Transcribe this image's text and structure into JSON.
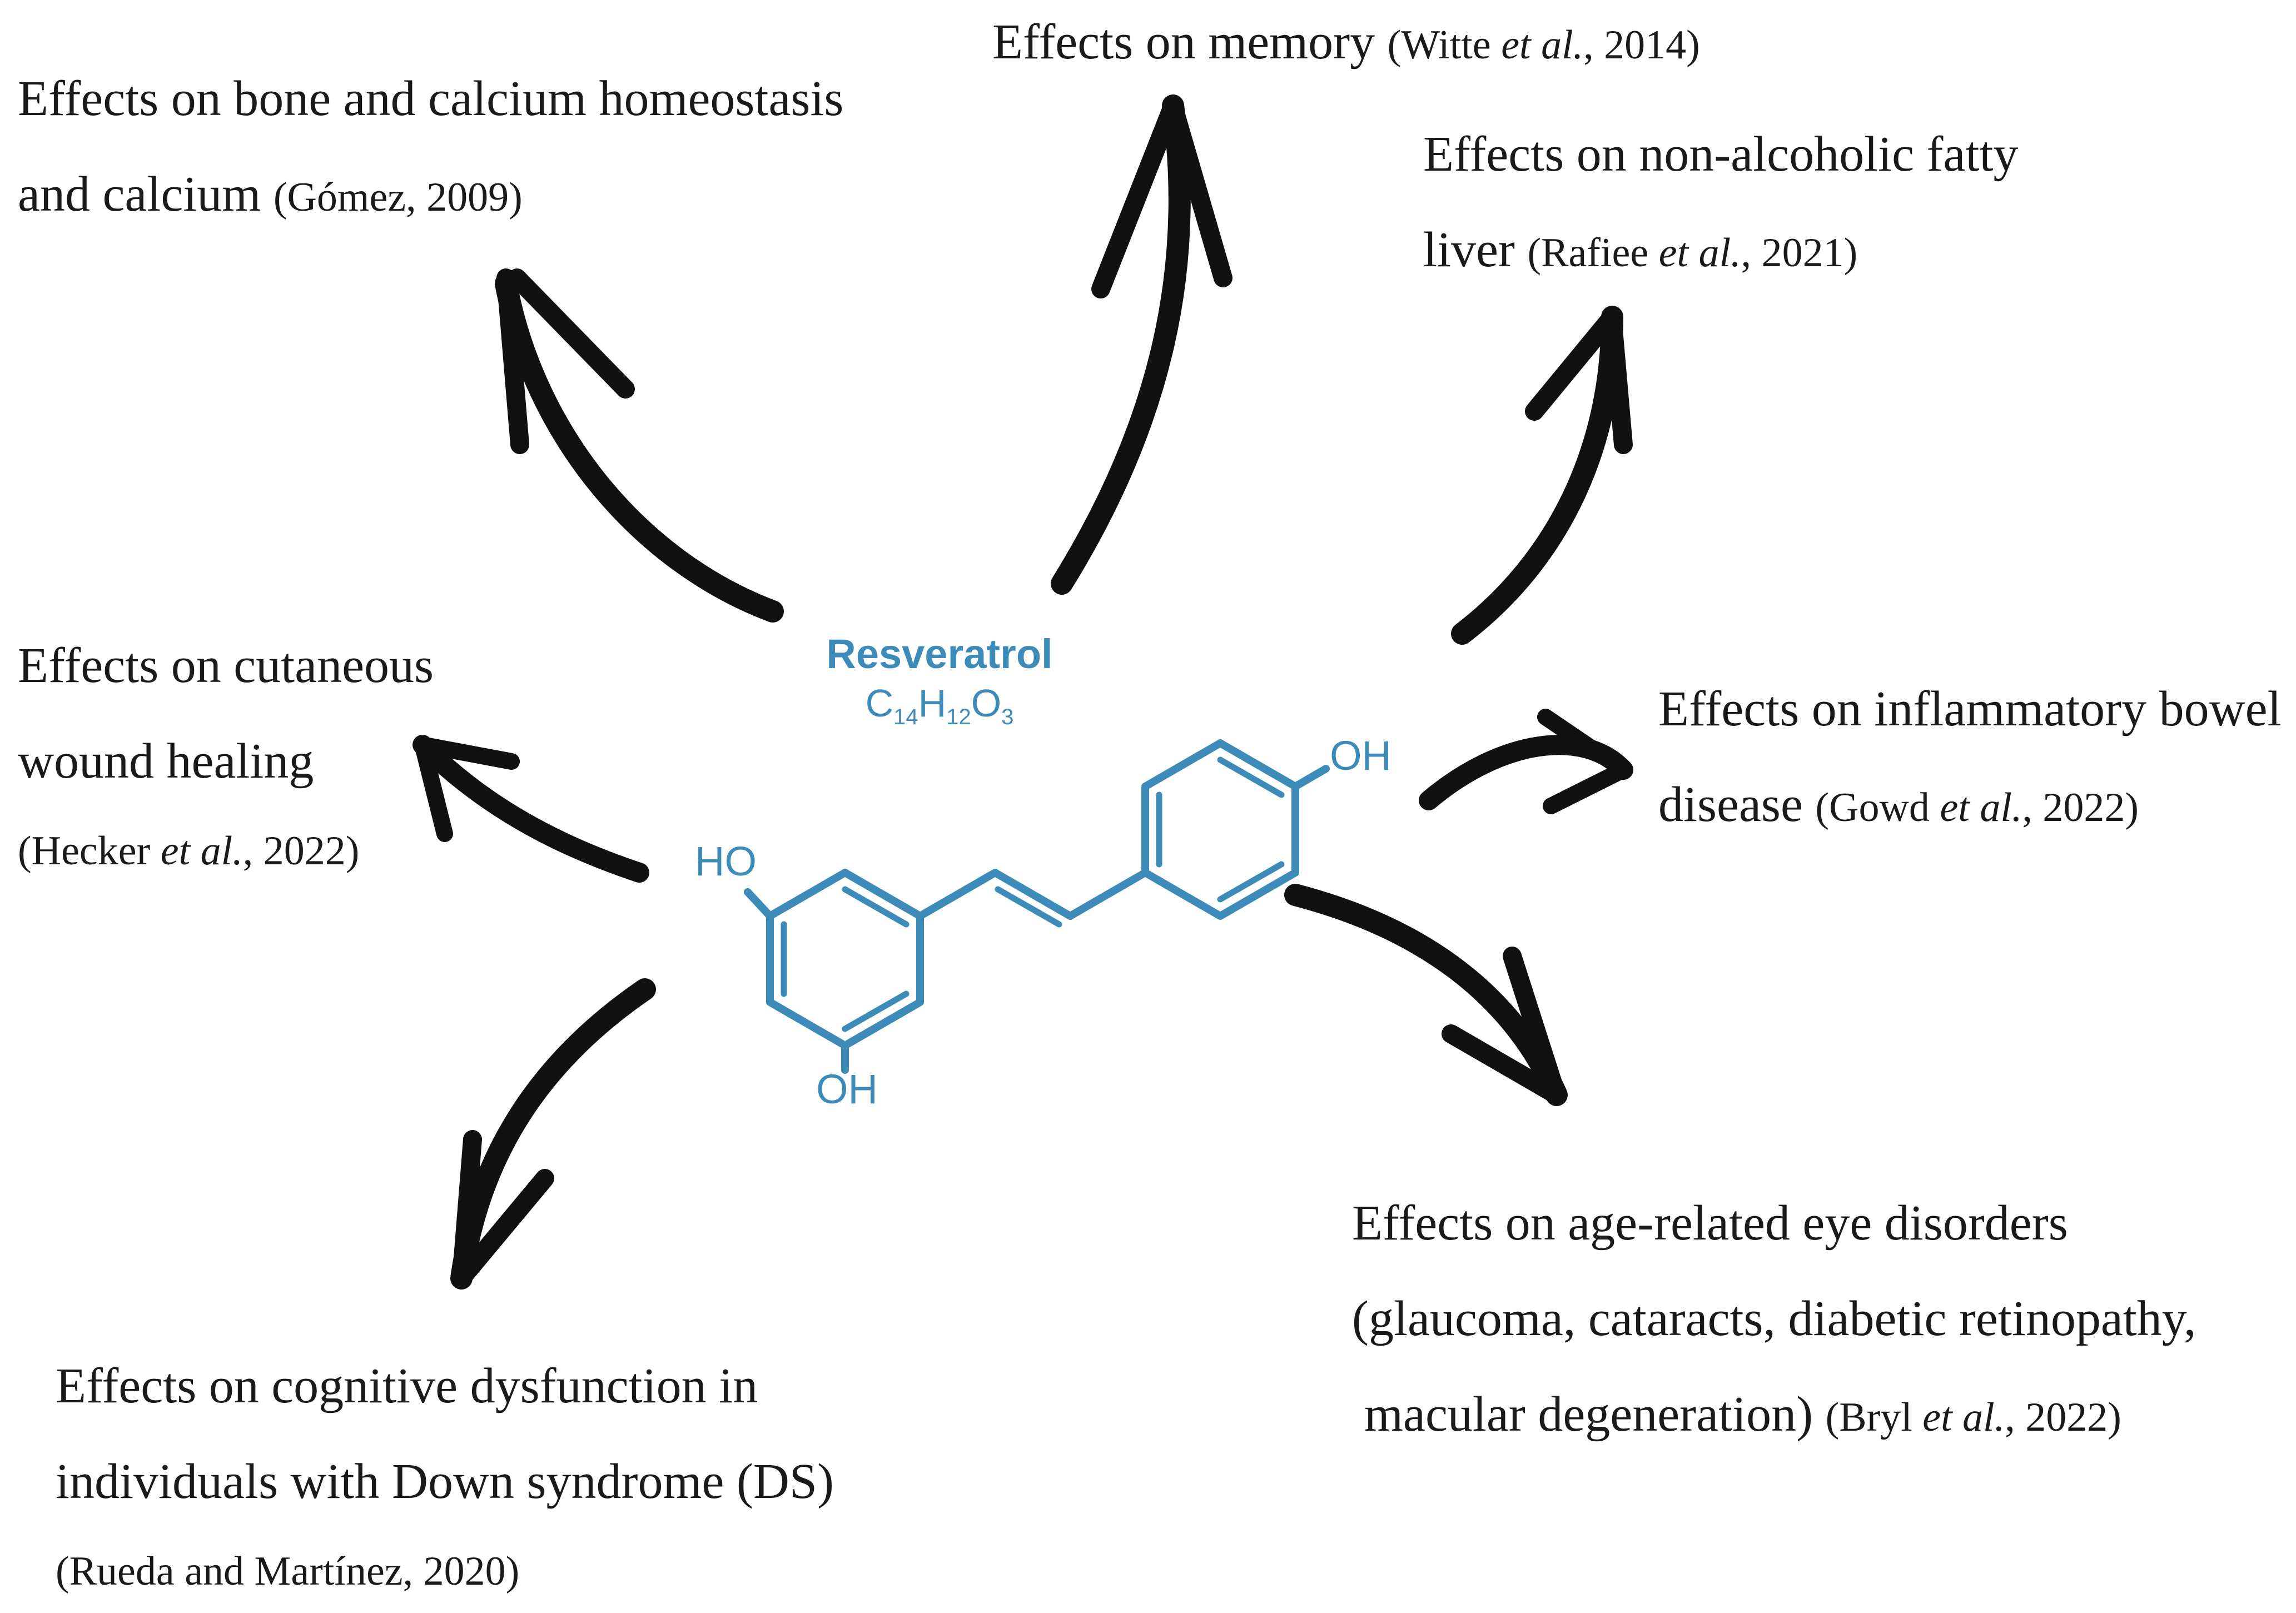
{
  "molecule": {
    "name": "Resveratrol",
    "formula": {
      "c": "C",
      "c_n": "14",
      "h": "H",
      "h_n": "12",
      "o": "O",
      "o_n": "3"
    },
    "groups": {
      "oh_top": "OH",
      "ho_left": "HO",
      "oh_bottom": "OH"
    },
    "color": "#3c8bb8"
  },
  "effects": [
    {
      "id": "memory",
      "line1": "Effects on memory",
      "line2": "",
      "cite_pre": "(Witte ",
      "cite_italic": "et al.",
      "cite_post": ", 2014)"
    },
    {
      "id": "bone",
      "line1": "Effects on bone and calcium homeostasis",
      "line2": "and calcium",
      "cite_pre": "(Gómez, 2009)",
      "cite_italic": "",
      "cite_post": ""
    },
    {
      "id": "liver",
      "line1": "Effects on non-alcoholic fatty",
      "line2": "liver",
      "cite_pre": "(Rafiee ",
      "cite_italic": "et al.",
      "cite_post": ", 2021)"
    },
    {
      "id": "wound",
      "line1": "Effects on cutaneous",
      "line2": "wound healing",
      "cite_pre": "(Hecker ",
      "cite_italic": "et al.",
      "cite_post": ", 2022)"
    },
    {
      "id": "ibd",
      "line1": "Effects on inflammatory bowel",
      "line2": "disease",
      "cite_pre": "(Gowd ",
      "cite_italic": "et al.",
      "cite_post": ", 2022)"
    },
    {
      "id": "eye",
      "line1": "Effects on age-related eye disorders",
      "line2": "(glaucoma, cataracts, diabetic retinopathy,",
      "line3": "macular degeneration)",
      "cite_pre": "(Bryl ",
      "cite_italic": "et al.",
      "cite_post": ", 2022)"
    },
    {
      "id": "ds",
      "line1": "Effects on cognitive dysfunction in",
      "line2": "individuals with Down syndrome (DS)",
      "cite_pre": "(Rueda and Martínez, 2020)",
      "cite_italic": "",
      "cite_post": ""
    }
  ]
}
